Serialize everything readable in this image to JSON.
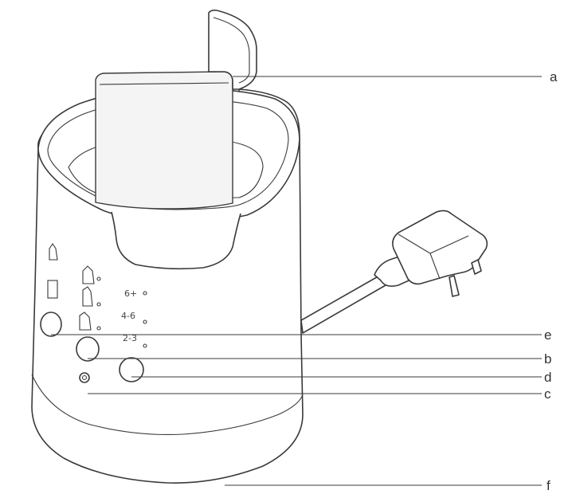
{
  "callouts": [
    {
      "id": "a",
      "label": "a"
    },
    {
      "id": "e",
      "label": "e"
    },
    {
      "id": "b",
      "label": "b"
    },
    {
      "id": "d",
      "label": "d"
    },
    {
      "id": "c",
      "label": "c"
    },
    {
      "id": "f",
      "label": "f"
    }
  ],
  "panel": {
    "age_1": "6+",
    "age_2": "4-6",
    "age_3": "2-3"
  },
  "colors": {
    "ink": "#3a3a3a",
    "background": "#ffffff"
  }
}
